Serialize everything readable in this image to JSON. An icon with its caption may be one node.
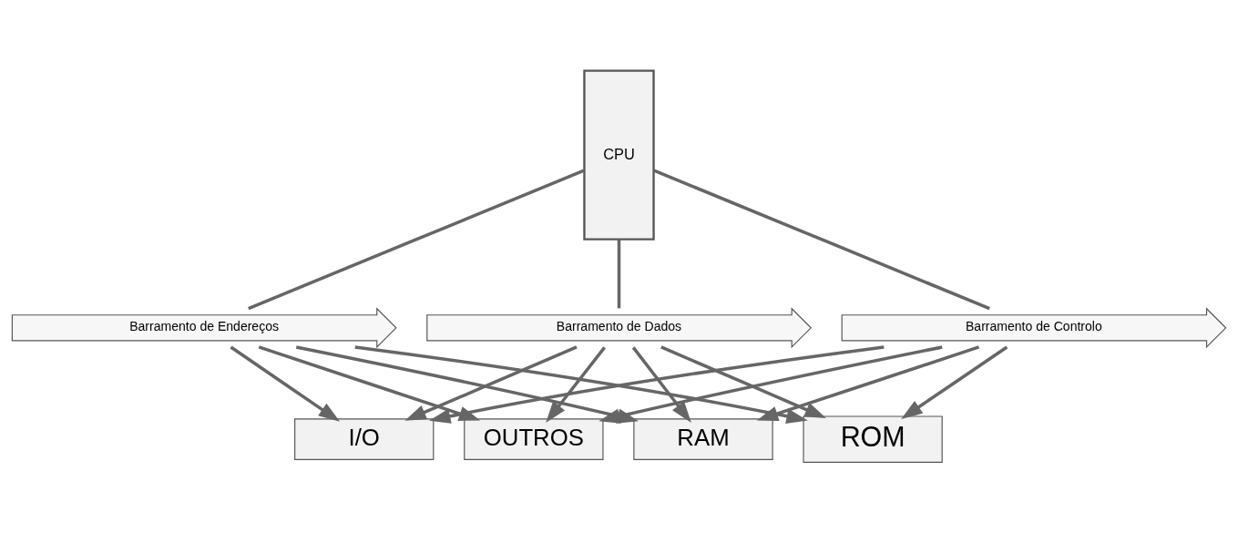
{
  "diagram": {
    "nodes": [
      {
        "text": [
          "CPU"
        ]
      },
      {
        "text": [
          "Barramento de Endereços"
        ]
      },
      {
        "text": [
          "Barramento de Dados"
        ]
      },
      {
        "text": [
          "Barramento de Controlo"
        ]
      },
      {
        "text": [
          "RAM"
        ]
      },
      {
        "text": [
          "ROM"
        ]
      },
      {
        "text": [
          "I/O"
        ]
      },
      {
        "text": [
          "OUTROS"
        ]
      }
    ],
    "edges": [
      {
        "from": 0,
        "to": 1,
        "arrow": "none"
      },
      {
        "from": 0,
        "to": 2,
        "arrow": "none"
      },
      {
        "from": 0,
        "to": 3,
        "arrow": "none"
      },
      {
        "from": 1,
        "to": 4,
        "arrow": "to"
      },
      {
        "from": 2,
        "to": 4,
        "arrow": "to"
      },
      {
        "from": 3,
        "to": 4,
        "arrow": "to"
      },
      {
        "from": 1,
        "to": 5,
        "arrow": "to"
      },
      {
        "from": 2,
        "to": 5,
        "arrow": "to"
      },
      {
        "from": 3,
        "to": 5,
        "arrow": "to"
      },
      {
        "from": 1,
        "to": 6,
        "arrow": "to"
      },
      {
        "from": 2,
        "to": 6,
        "arrow": "to"
      },
      {
        "from": 3,
        "to": 6,
        "arrow": "to"
      },
      {
        "from": 1,
        "to": 7,
        "arrow": "to"
      },
      {
        "from": 2,
        "to": 7,
        "arrow": "to"
      },
      {
        "from": 3,
        "to": 7,
        "arrow": "to"
      }
    ]
  }
}
